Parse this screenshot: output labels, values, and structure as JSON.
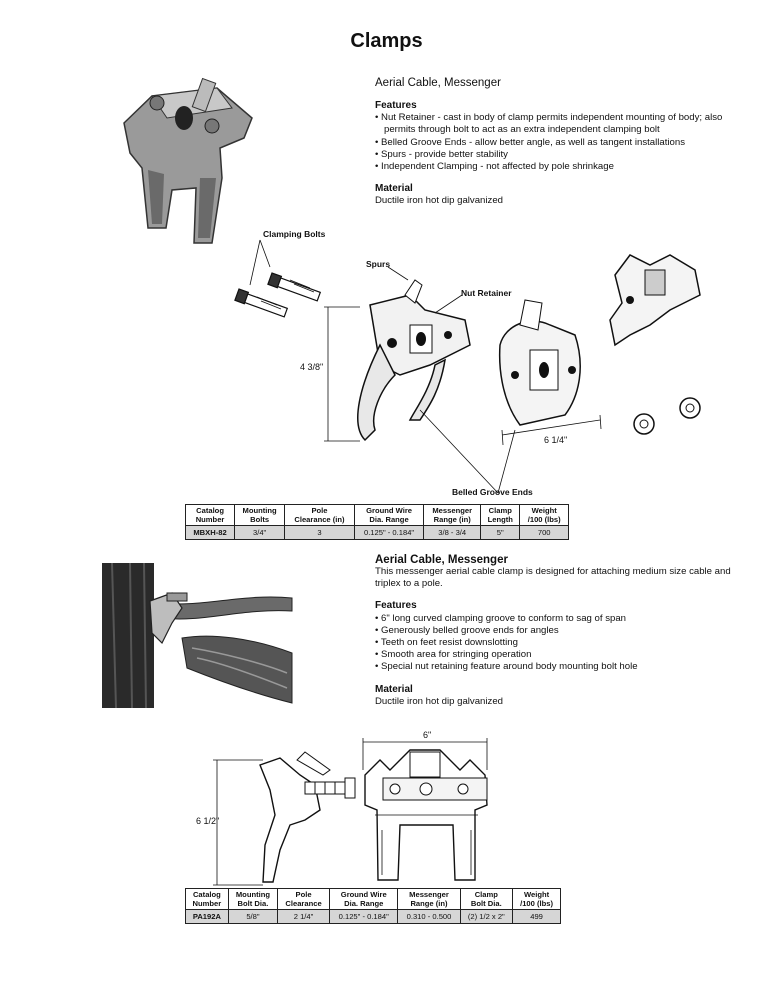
{
  "page_title": "Clamps",
  "section1": {
    "heading": "Aerial Cable, Messenger",
    "features_heading": "Features",
    "features": [
      "Nut Retainer - cast in body of clamp permits independent mounting of body; also permits through bolt to act as an extra independent clamping bolt",
      "Belled Groove Ends - allow better angle, as well as tangent installations",
      "Spurs - provide better stability",
      "Independent Clamping - not affected by pole shrinkage"
    ],
    "material_heading": "Material",
    "material": "Ductile iron hot dip galvanized",
    "labels": {
      "clamping_bolts": "Clamping Bolts",
      "spurs": "Spurs",
      "nut_retainer": "Nut Retainer",
      "height": "4 3/8\"",
      "width": "6 1/4\"",
      "belled": "Belled Groove Ends"
    },
    "table": {
      "headers": [
        [
          "Catalog",
          "Number"
        ],
        [
          "Mounting",
          "Bolts"
        ],
        [
          "Pole",
          "Clearance (in)"
        ],
        [
          "Ground Wire",
          "Dia. Range"
        ],
        [
          "Messenger",
          "Range (in)"
        ],
        [
          "Clamp",
          "Length"
        ],
        [
          "Weight",
          "/100 (lbs)"
        ]
      ],
      "row": [
        "MBXH-82",
        "3/4\"",
        "3",
        "0.125\" - 0.184\"",
        "3/8 - 3/4",
        "5\"",
        "700"
      ]
    }
  },
  "section2": {
    "heading": "Aerial Cable, Messenger",
    "description": "This messenger aerial cable clamp is designed for attaching medium size cable and triplex to a pole.",
    "features_heading": "Features",
    "features": [
      "6\" long curved clamping groove to conform to sag of span",
      "Generously belled groove ends for angles",
      "Teeth on feet resist downslotting",
      "Smooth area for stringing operation",
      "Special nut retaining feature around body mounting bolt hole"
    ],
    "material_heading": "Material",
    "material": "Ductile iron hot dip galvanized",
    "labels": {
      "width": "6\"",
      "height": "6 1/2\""
    },
    "table": {
      "headers": [
        [
          "Catalog",
          "Number"
        ],
        [
          "Mounting",
          "Bolt Dia."
        ],
        [
          "Pole",
          "Clearance"
        ],
        [
          "Ground Wire",
          "Dia. Range"
        ],
        [
          "Messenger",
          "Range (in)"
        ],
        [
          "Clamp",
          "Bolt Dia."
        ],
        [
          "Weight",
          "/100 (lbs)"
        ]
      ],
      "row": [
        "PA192A",
        "5/8\"",
        "2 1/4\"",
        "0.125\" - 0.184\"",
        "0.310 - 0.500",
        "(2) 1/2 x 2\"",
        "499"
      ]
    }
  }
}
